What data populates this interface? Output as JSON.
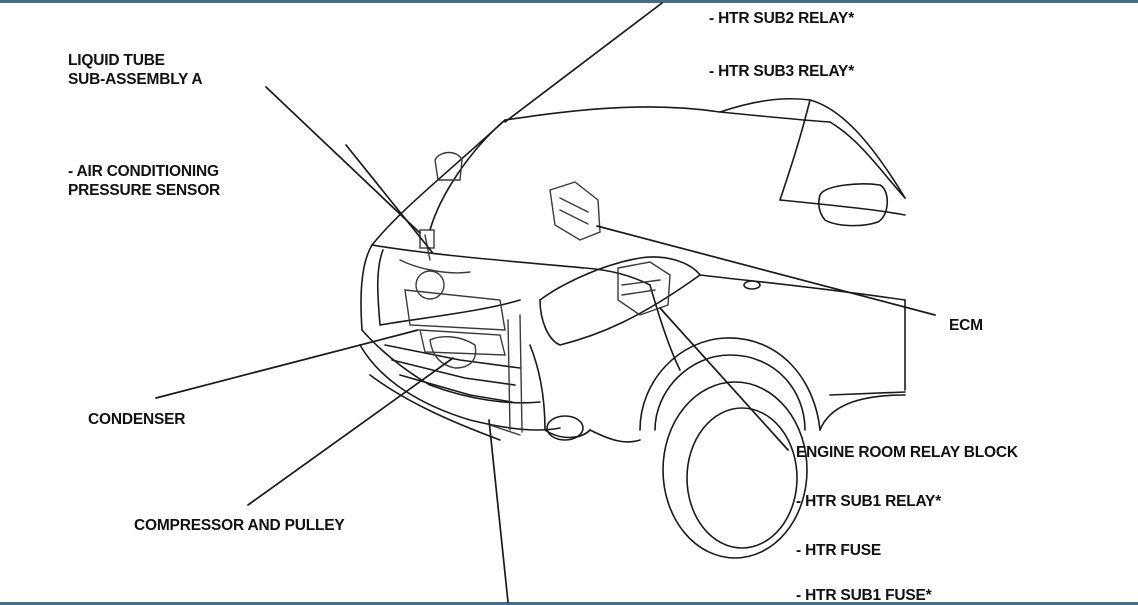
{
  "colors": {
    "line": "#1a1a1a",
    "detail": "#3a3a3a",
    "text": "#111111",
    "frame": "#4a6d87"
  },
  "labels": {
    "liquid_tube": [
      "LIQUID TUBE",
      "SUB-ASSEMBLY A"
    ],
    "ac_pressure_sensor": [
      "- AIR CONDITIONING",
      "PRESSURE SENSOR"
    ],
    "condenser": "CONDENSER",
    "compressor": "COMPRESSOR AND PULLEY",
    "htr_sub2_relay": "- HTR SUB2 RELAY*",
    "htr_sub3_relay": "- HTR SUB3 RELAY*",
    "ecm": "ECM",
    "engine_room_relay_block": "ENGINE ROOM RELAY BLOCK",
    "htr_sub1_relay": "- HTR SUB1 RELAY*",
    "htr_fuse": "- HTR FUSE",
    "htr_sub1_fuse": "- HTR SUB1 FUSE*"
  }
}
